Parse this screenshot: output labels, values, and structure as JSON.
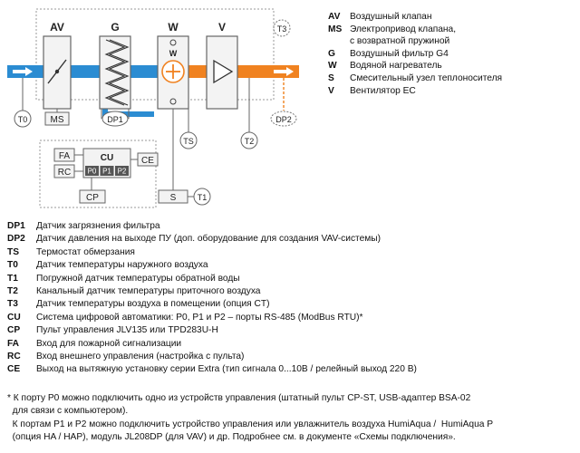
{
  "diagram": {
    "units": {
      "av": "AV",
      "g": "G",
      "w": "W",
      "v": "V"
    },
    "w_small": "W",
    "sensors": {
      "t0": "T0",
      "t1": "T1",
      "t2": "T2",
      "t3": "T3",
      "ts": "TS",
      "dp1": "DP1",
      "dp2": "DP2"
    },
    "ms": "MS",
    "s": "S",
    "cu": {
      "title": "CU",
      "ports": [
        "P0",
        "P1",
        "P2"
      ]
    },
    "fa": "FA",
    "rc": "RC",
    "ce": "CE",
    "cp": "CP",
    "colors": {
      "intake": "#2b8cd2",
      "supply": "#f08220",
      "water": "#2b8cd2",
      "line": "#666666",
      "box_fill": "#f3f3f3"
    }
  },
  "legend_top": [
    {
      "code": "AV",
      "desc": "Воздушный клапан"
    },
    {
      "code": "MS",
      "desc": "Электропривод клапана,\nс возвратной пружиной"
    },
    {
      "code": "G",
      "desc": "Воздушный фильтр G4"
    },
    {
      "code": "W",
      "desc": "Водяной нагреватель"
    },
    {
      "code": "S",
      "desc": "Смесительный узел теплоносителя"
    },
    {
      "code": "V",
      "desc": "Вентилятор EC"
    }
  ],
  "legend_bottom": [
    {
      "code": "DP1",
      "desc": "Датчик загрязнения фильтра"
    },
    {
      "code": "DP2",
      "desc": "Датчик давления на выходе ПУ (доп. оборудование для создания VAV-системы)"
    },
    {
      "code": "TS",
      "desc": "Термостат обмерзания"
    },
    {
      "code": "T0",
      "desc": "Датчик температуры наружного воздуха"
    },
    {
      "code": "T1",
      "desc": "Погружной датчик температуры обратной воды"
    },
    {
      "code": "T2",
      "desc": "Канальный датчик температуры приточного воздуха"
    },
    {
      "code": "T3",
      "desc": "Датчик температуры воздуха в помещении (опция CT)"
    },
    {
      "code": "CU",
      "desc": "Система цифровой автоматики: P0, P1 и P2 – порты RS-485 (ModBus RTU)*"
    },
    {
      "code": "CP",
      "desc": "Пульт управления JLV135 или TPD283U-H"
    },
    {
      "code": "FA",
      "desc": "Вход для пожарной сигнализации"
    },
    {
      "code": "RC",
      "desc": "Вход внешнего управления (настройка с пульта)"
    },
    {
      "code": "CE",
      "desc": "Выход на вытяжную установку серии Extra (тип сигнала 0...10В / релейный выход 220 В)"
    }
  ],
  "notes": [
    "* К порту P0 можно подключить одно из устройств управления (штатный пульт CP-ST, USB-адаптер BSA-02",
    "  для связи с компьютером).",
    "  К портам P1 и P2 можно подключить устройство управления или увлажнитель воздуха HumiAqua /  HumiAqua P",
    "  (опция HA / HAP), модуль JL208DP (для VAV) и др. Подробнее см. в документе «Схемы подключения»."
  ]
}
